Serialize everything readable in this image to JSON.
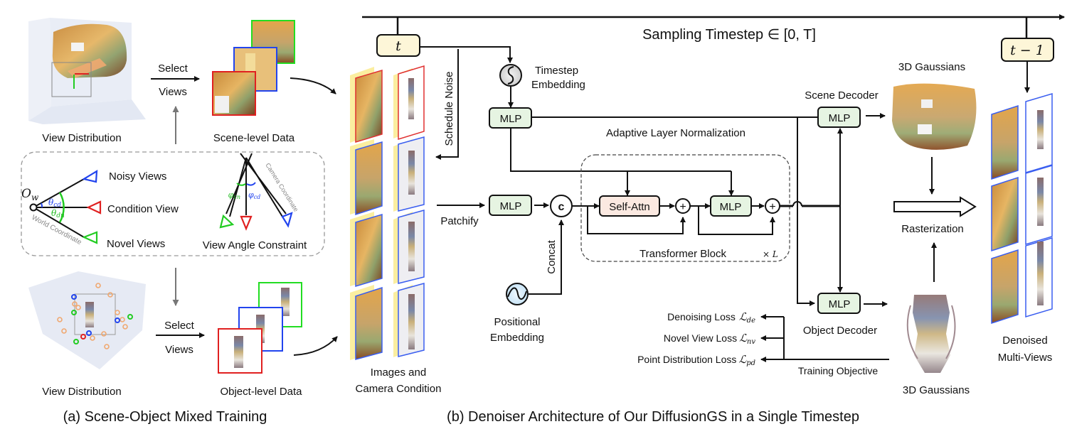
{
  "figure": {
    "caption_a": "(a) Scene-Object Mixed Training",
    "caption_b": "(b) Denoiser Architecture of Our DiffusionGS in a Single Timestep"
  },
  "panel_a": {
    "scene_view_distribution": "View Distribution",
    "select_label_1": "Select",
    "views_label_1": "Views",
    "scene_level_data": "Scene-level Data",
    "object_view_distribution": "View Distribution",
    "select_label_2": "Select",
    "views_label_2": "Views",
    "object_level_data": "Object-level Data",
    "legend": {
      "origin": "O",
      "origin_sub": "w",
      "theta_cd": "θ",
      "theta_cd_sub": "cd",
      "theta_dn": "θ",
      "theta_dn_sub": "dn",
      "world_coordinate": "World Coordinate",
      "noisy_views": "Noisy Views",
      "condition_view": "Condition View",
      "novel_views": "Novel Views",
      "phi_cn": "φ",
      "phi_cn_sub": "cn",
      "phi_cd": "φ",
      "phi_cd_sub": "cd",
      "camera_coordinate": "Camera Coordinate",
      "view_angle_constraint": "View Angle Constraint"
    },
    "colors": {
      "condition": "#e02020",
      "noisy": "#2040e0",
      "novel": "#20d020"
    }
  },
  "panel_b": {
    "timestep_box": "t",
    "sampling_timestep_label": "Sampling Timestep ∈ [0,  T]",
    "next_timestep_box": "t − 1",
    "schedule_noise": "Schedule Noise",
    "timestep_embedding_1": "Timestep",
    "timestep_embedding_2": "Embedding",
    "mlp_time": "MLP",
    "adaptive_layer_norm": "Adaptive Layer Normalization",
    "patchify": "Patchify",
    "mlp_patch": "MLP",
    "concat_symbol": "c",
    "concat_label": "Concat",
    "positional_embedding_1": "Positional",
    "positional_embedding_2": "Embedding",
    "self_attn": "Self-Attn",
    "mlp_block": "MLP",
    "plus_symbol": "+",
    "transformer_block": "Transformer Block",
    "times_l": "× L",
    "images_label_1": "Images and",
    "images_label_2": "Camera Condition",
    "scene_decoder": "Scene Decoder",
    "mlp_scene": "MLP",
    "object_decoder": "Object Decoder",
    "mlp_object": "MLP",
    "gaussians_top": "3D Gaussians",
    "gaussians_bottom": "3D Gaussians",
    "rasterization": "Rasterization",
    "denoised_1": "Denoised",
    "denoised_2": "Multi-Views",
    "training_objective": "Training Objective",
    "losses": [
      {
        "name": "Denoising Loss",
        "symbol": "ℒ",
        "sub": "de"
      },
      {
        "name": "Novel View Loss",
        "symbol": "ℒ",
        "sub": "nv"
      },
      {
        "name": "Point Distribution Loss",
        "symbol": "ℒ",
        "sub": "pd"
      }
    ],
    "colors": {
      "mlp_fill": "#e6f4e2",
      "attn_fill": "#fbe9e1",
      "timestep_fill": "#fdf6d8",
      "frame_shadow": "#fbeea0",
      "frame_blue": "#3a5ef0",
      "frame_red": "#e03030"
    }
  }
}
